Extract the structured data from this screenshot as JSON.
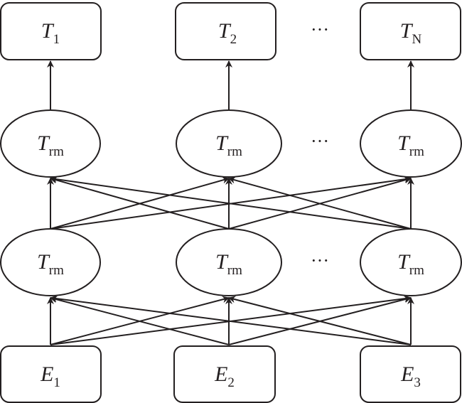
{
  "colors": {
    "stroke": "#231f20",
    "background": "#ffffff"
  },
  "outputs": [
    {
      "main": "T",
      "sub": "1"
    },
    {
      "main": "T",
      "sub": "2"
    },
    {
      "main": "T",
      "sub": "N"
    }
  ],
  "upper_layer": [
    {
      "main": "T",
      "sub": "rm"
    },
    {
      "main": "T",
      "sub": "rm"
    },
    {
      "main": "T",
      "sub": "rm"
    }
  ],
  "lower_layer": [
    {
      "main": "T",
      "sub": "rm"
    },
    {
      "main": "T",
      "sub": "rm"
    },
    {
      "main": "T",
      "sub": "rm"
    }
  ],
  "inputs": [
    {
      "main": "E",
      "sub": "1"
    },
    {
      "main": "E",
      "sub": "2"
    },
    {
      "main": "E",
      "sub": "3"
    }
  ],
  "ellipsis": "···"
}
